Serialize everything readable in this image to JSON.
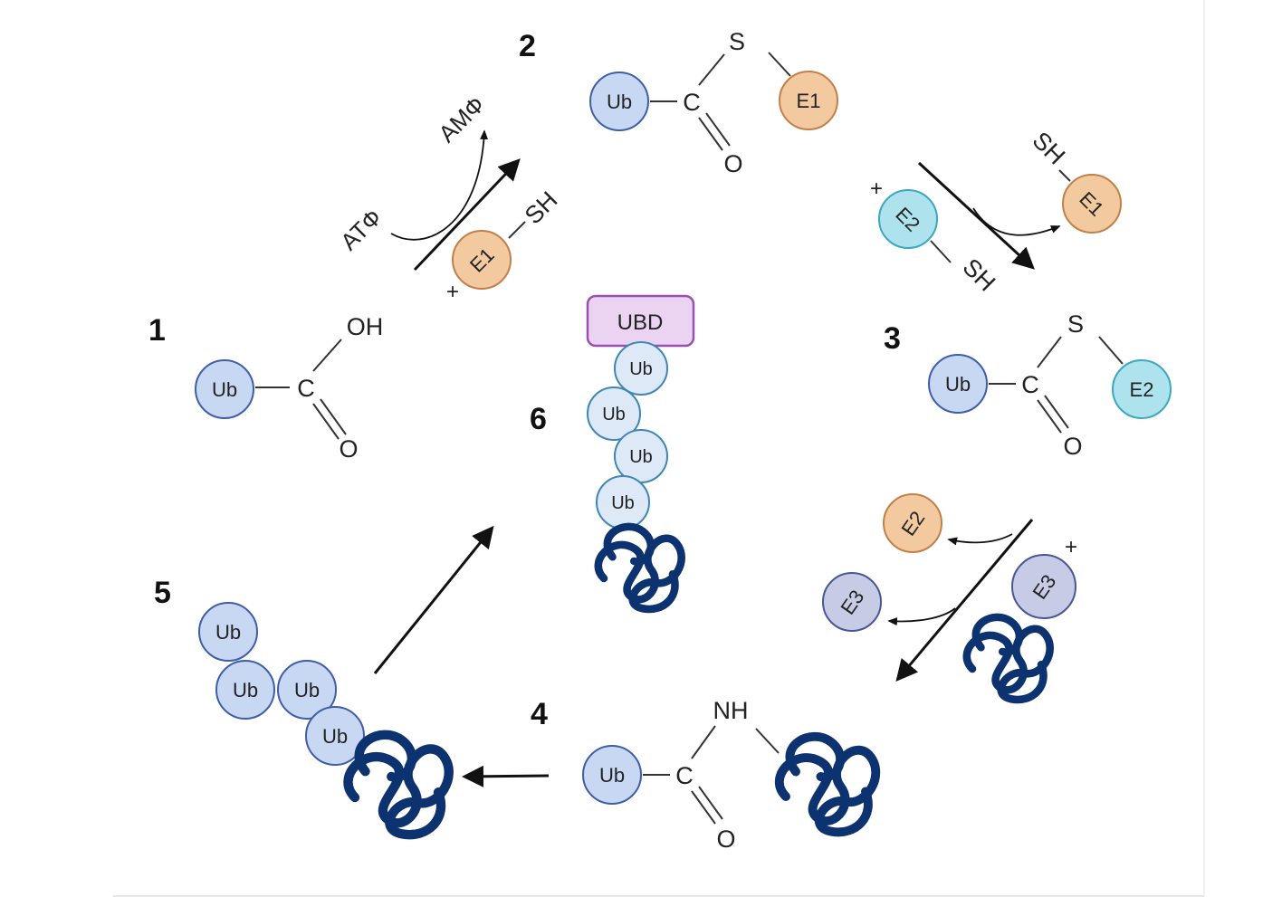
{
  "steps": {
    "s1": "1",
    "s2": "2",
    "s3": "3",
    "s4": "4",
    "s5": "5",
    "s6": "6"
  },
  "molecules": {
    "ub": "Ub",
    "e1": "E1",
    "e2": "E2",
    "e3": "E3",
    "ubd": "UBD",
    "carbon": "C",
    "oxygen": "O",
    "hydroxyl": "OH",
    "sulfur": "S",
    "thiol": "SH",
    "amine": "NH",
    "plus": "+"
  },
  "cofactors": {
    "atp": "ATФ",
    "amp": "AMФ"
  },
  "colors": {
    "ub_fill": "#c9d8f2",
    "ub_stroke": "#3e5ea8",
    "ub_light_fill": "#dde9f6",
    "ub_light_stroke": "#3f86b4",
    "e1_fill": "#f3c9a0",
    "e1_stroke": "#c0804a",
    "e2_fill": "#aee3ee",
    "e2_stroke": "#3aa8bd",
    "e3_fill": "#c6cbe6",
    "e3_stroke": "#4a5694",
    "ubd_fill": "#ead4f2",
    "ubd_stroke": "#9a4fb1",
    "substrate": "#0c3270",
    "arrow": "#111111"
  }
}
